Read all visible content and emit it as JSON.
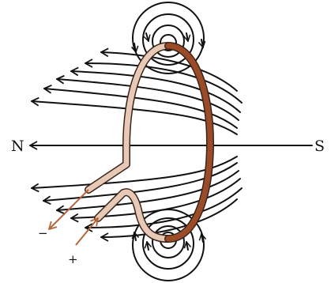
{
  "labels": {
    "north": "N",
    "south": "S",
    "minus": "−",
    "plus": "+"
  },
  "colors": {
    "field_line": "#111111",
    "coil_back": "#e8c9b8",
    "coil_front": "#9a4b28",
    "coil_outline": "#3a2418",
    "lead_wire": "#b5653a",
    "background": "#ffffff"
  },
  "icons": {
    "arrowhead": "open-chevron"
  }
}
